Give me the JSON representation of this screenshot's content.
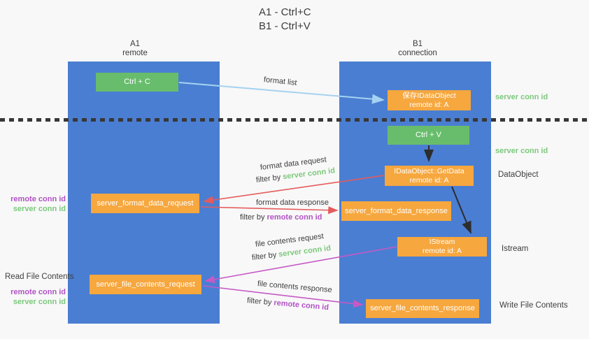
{
  "title": {
    "line1": "A1 - Ctrl+C",
    "line2": "B1 - Ctrl+V"
  },
  "columns": {
    "left": {
      "name": "A1",
      "role": "remote"
    },
    "right": {
      "name": "B1",
      "role": "connection"
    }
  },
  "nodes": {
    "ctrl_c": {
      "label": "Ctrl + C"
    },
    "ctrl_v": {
      "label": "Ctrl + V"
    },
    "save_idataobject": {
      "line1": "保存IDataObject",
      "line2": "remote id: A"
    },
    "getdata": {
      "line1": "IDataObject::GetData",
      "line2": "remote id: A"
    },
    "istream": {
      "line1": "IStream",
      "line2": "remote id: A"
    },
    "server_format_data_request": {
      "label": "server_format_data_request"
    },
    "server_format_data_response": {
      "label": "server_format_data_response"
    },
    "server_file_contents_request": {
      "label": "server_file_contents_request"
    },
    "server_file_contents_response": {
      "label": "server_file_contents_response"
    }
  },
  "side_labels": {
    "server_conn_id_top": "server conn id",
    "server_conn_id_mid": "server conn id",
    "dataobject": "DataObject",
    "istream": "Istream",
    "write_file_contents": "Write File Contents",
    "read_file_contents": "Read File Contents",
    "format_pair": {
      "remote_conn_id": "remote conn id",
      "server_conn_id": "server conn id"
    },
    "file_pair": {
      "remote_conn_id": "remote conn id",
      "server_conn_id": "server conn id"
    }
  },
  "arrow_labels": {
    "format_list": "format list",
    "format_data_request": "format data request",
    "format_data_response": "format data response",
    "file_contents_request": "file contents request",
    "file_contents_response": "file contents response",
    "filter_by": "filter by",
    "server_conn_id": "server conn id",
    "remote_conn_id": "remote conn id"
  },
  "colors": {
    "column_blue": "#4a7ed2",
    "node_green": "#68bd6c",
    "node_orange": "#f6a73e",
    "green_text": "#7cc87c",
    "purple_text": "#b052c4",
    "red_arrow": "#e55b5b",
    "magenta_arrow": "#c55ac5",
    "light_blue_arrow": "#a5d2f0",
    "black_arrow": "#2d2d2d"
  }
}
